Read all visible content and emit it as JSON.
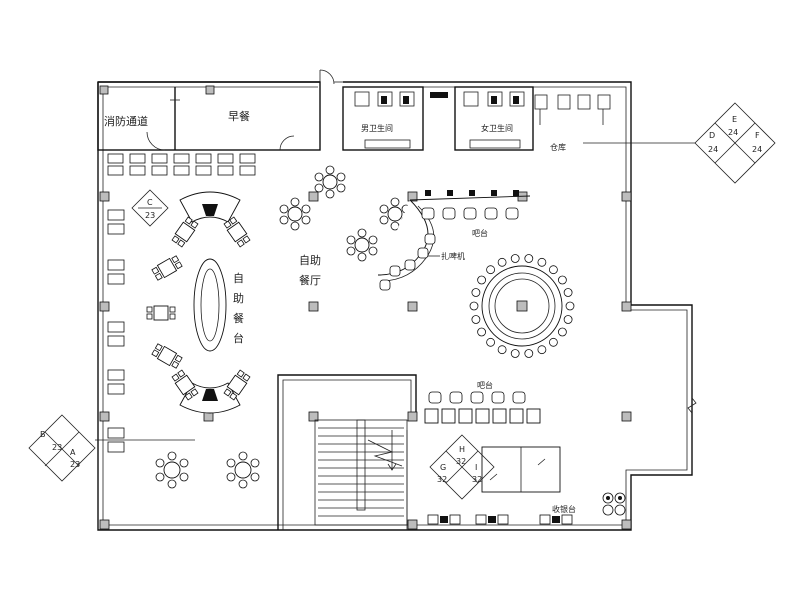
{
  "rooms": {
    "fire_escape": "消防通道",
    "breakfast": "早餐",
    "mens_wc": "男卫生间",
    "womens_wc": "女卫生间",
    "storage": "仓库",
    "buffet_counter_v": [
      "自",
      "助",
      "餐",
      "台"
    ],
    "buffet_restaurant": [
      "自助",
      "餐厅"
    ],
    "bar": "吧台",
    "beer_machine": "扎啤机",
    "bar2": "吧台",
    "cashier": "收银台"
  },
  "section_tags": [
    {
      "top": "C",
      "num": "23"
    },
    {
      "top": "E",
      "left": "D",
      "right": "F",
      "center": "24",
      "num_left": "24",
      "num_right": "24"
    },
    {
      "top": "B",
      "left": "",
      "right": "A",
      "center": "23",
      "num_right": "23"
    },
    {
      "top": "H",
      "left": "G",
      "right": "I",
      "center": "32",
      "num_left": "32",
      "num_right": "32"
    }
  ]
}
